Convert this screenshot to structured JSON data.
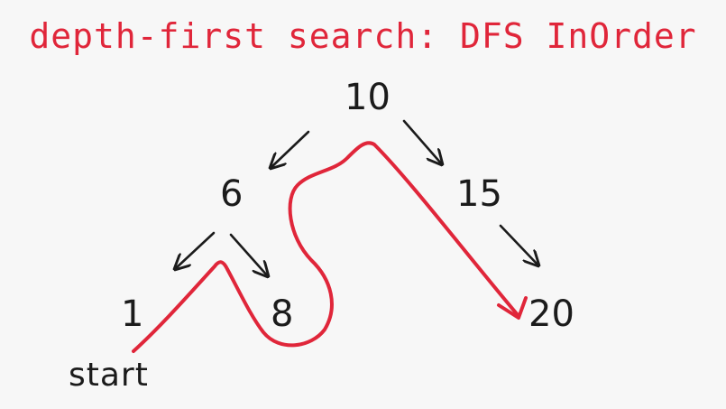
{
  "title": "depth-first search: DFS InOrder",
  "nodes": {
    "n10": "10",
    "n6": "6",
    "n15": "15",
    "n1": "1",
    "n8": "8",
    "n20": "20"
  },
  "start_label": "start",
  "colors": {
    "background": "#f7f7f7",
    "accent": "#e0263a",
    "ink": "#1b1b1b"
  }
}
